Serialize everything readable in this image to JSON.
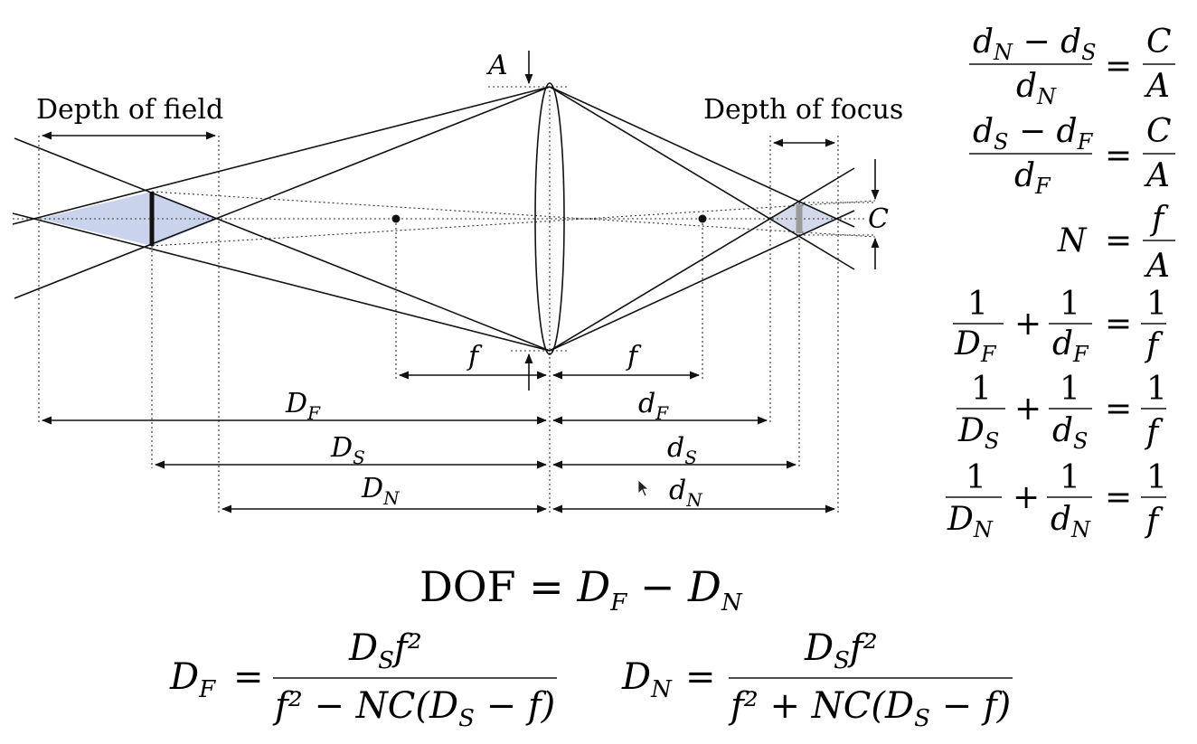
{
  "labels": {
    "depth_of_field": "Depth of field",
    "depth_of_focus": "Depth of focus",
    "aperture": "A",
    "coc": "C",
    "focal": "f",
    "D_F": {
      "main": "D",
      "sub": "F"
    },
    "D_S": {
      "main": "D",
      "sub": "S"
    },
    "D_N": {
      "main": "D",
      "sub": "N"
    },
    "d_F": {
      "main": "d",
      "sub": "F"
    },
    "d_S": {
      "main": "d",
      "sub": "S"
    },
    "d_N": {
      "main": "d",
      "sub": "N"
    }
  },
  "equations": {
    "dof": {
      "lhs": "DOF",
      "eq": "=",
      "t1": "D",
      "s1": "F",
      "minus": "−",
      "t2": "D",
      "s2": "N"
    },
    "df_formula": {
      "lhs": "D",
      "lhs_sub": "F",
      "num": "D",
      "num_sub": "S",
      "num_tail": "f²",
      "den": "f² − NC(D",
      "den_sub": "S",
      "den_tail": " − f)"
    },
    "dn_formula": {
      "lhs": "D",
      "lhs_sub": "N",
      "num": "D",
      "num_sub": "S",
      "num_tail": "f²",
      "den": "f² + NC(D",
      "den_sub": "S",
      "den_tail": " − f)"
    }
  },
  "sidebar": {
    "e1": {
      "num": "d",
      "num_sub1": "N",
      "num_mid": " − d",
      "num_sub2": "S",
      "den": "d",
      "den_sub": "N",
      "rhs_num": "C",
      "rhs_den": "A"
    },
    "e2": {
      "num": "d",
      "num_sub1": "S",
      "num_mid": " − d",
      "num_sub2": "F",
      "den": "d",
      "den_sub": "F",
      "rhs_num": "C",
      "rhs_den": "A"
    },
    "e3": {
      "lhs": "N",
      "rhs_num": "f",
      "rhs_den": "A"
    },
    "e4": {
      "one": "1",
      "a": "D",
      "a_sub": "F",
      "b": "d",
      "b_sub": "F",
      "rhs": "f"
    },
    "e5": {
      "one": "1",
      "a": "D",
      "a_sub": "S",
      "b": "d",
      "b_sub": "S",
      "rhs": "f"
    },
    "e6": {
      "one": "1",
      "a": "D",
      "a_sub": "N",
      "b": "d",
      "b_sub": "N",
      "rhs": "f"
    }
  },
  "symbols": {
    "eq": "=",
    "plus": "+"
  },
  "colors": {
    "fill_dof": "#c9d4ec",
    "fill_focus": "#d3d9ea",
    "sensor_bar": "#9a9a9a"
  }
}
